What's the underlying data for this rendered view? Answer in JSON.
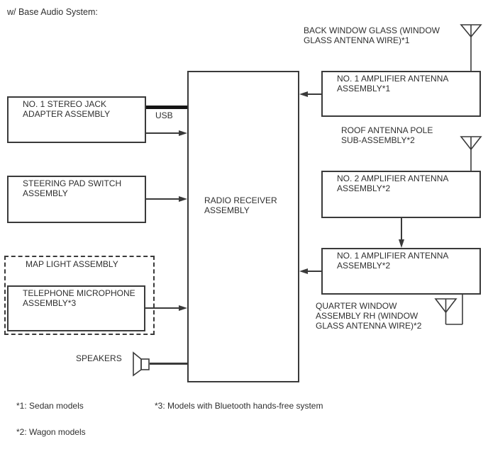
{
  "title": "w/ Base Audio System:",
  "nodes": {
    "radio_receiver": "RADIO RECEIVER\nASSEMBLY",
    "stereo_jack": "NO. 1 STEREO JACK\nADAPTER ASSEMBLY",
    "usb": "USB",
    "steering_pad": "STEERING PAD SWITCH\nASSEMBLY",
    "map_light": "MAP LIGHT ASSEMBLY",
    "telephone_mic": "TELEPHONE MICROPHONE\nASSEMBLY*3",
    "speakers": "SPEAKERS",
    "back_window_glass": "BACK WINDOW GLASS (WINDOW\nGLASS ANTENNA WIRE)*1",
    "amp_antenna_1_sedan": "NO. 1 AMPLIFIER ANTENNA\nASSEMBLY*1",
    "roof_antenna_pole": "ROOF ANTENNA POLE\nSUB-ASSEMBLY*2",
    "amp_antenna_2_wagon": "NO. 2 AMPLIFIER ANTENNA\nASSEMBLY*2",
    "amp_antenna_1_wagon": "NO. 1 AMPLIFIER ANTENNA\nASSEMBLY*2",
    "quarter_window": "QUARTER WINDOW\nASSEMBLY RH (WINDOW\nGLASS ANTENNA WIRE)*2"
  },
  "notes": {
    "sedan": "*1: Sedan models",
    "wagon": "*2: Wagon models",
    "bluetooth": "*3: Models with Bluetooth hands-free system"
  },
  "icons": {
    "antenna": "antenna-icon",
    "speaker": "speaker-icon",
    "arrowhead": "arrowhead-icon"
  },
  "colors": {
    "line": "#3a3a3a",
    "text": "#2f2f2f",
    "usb_bar": "#141414",
    "background": "#ffffff"
  }
}
